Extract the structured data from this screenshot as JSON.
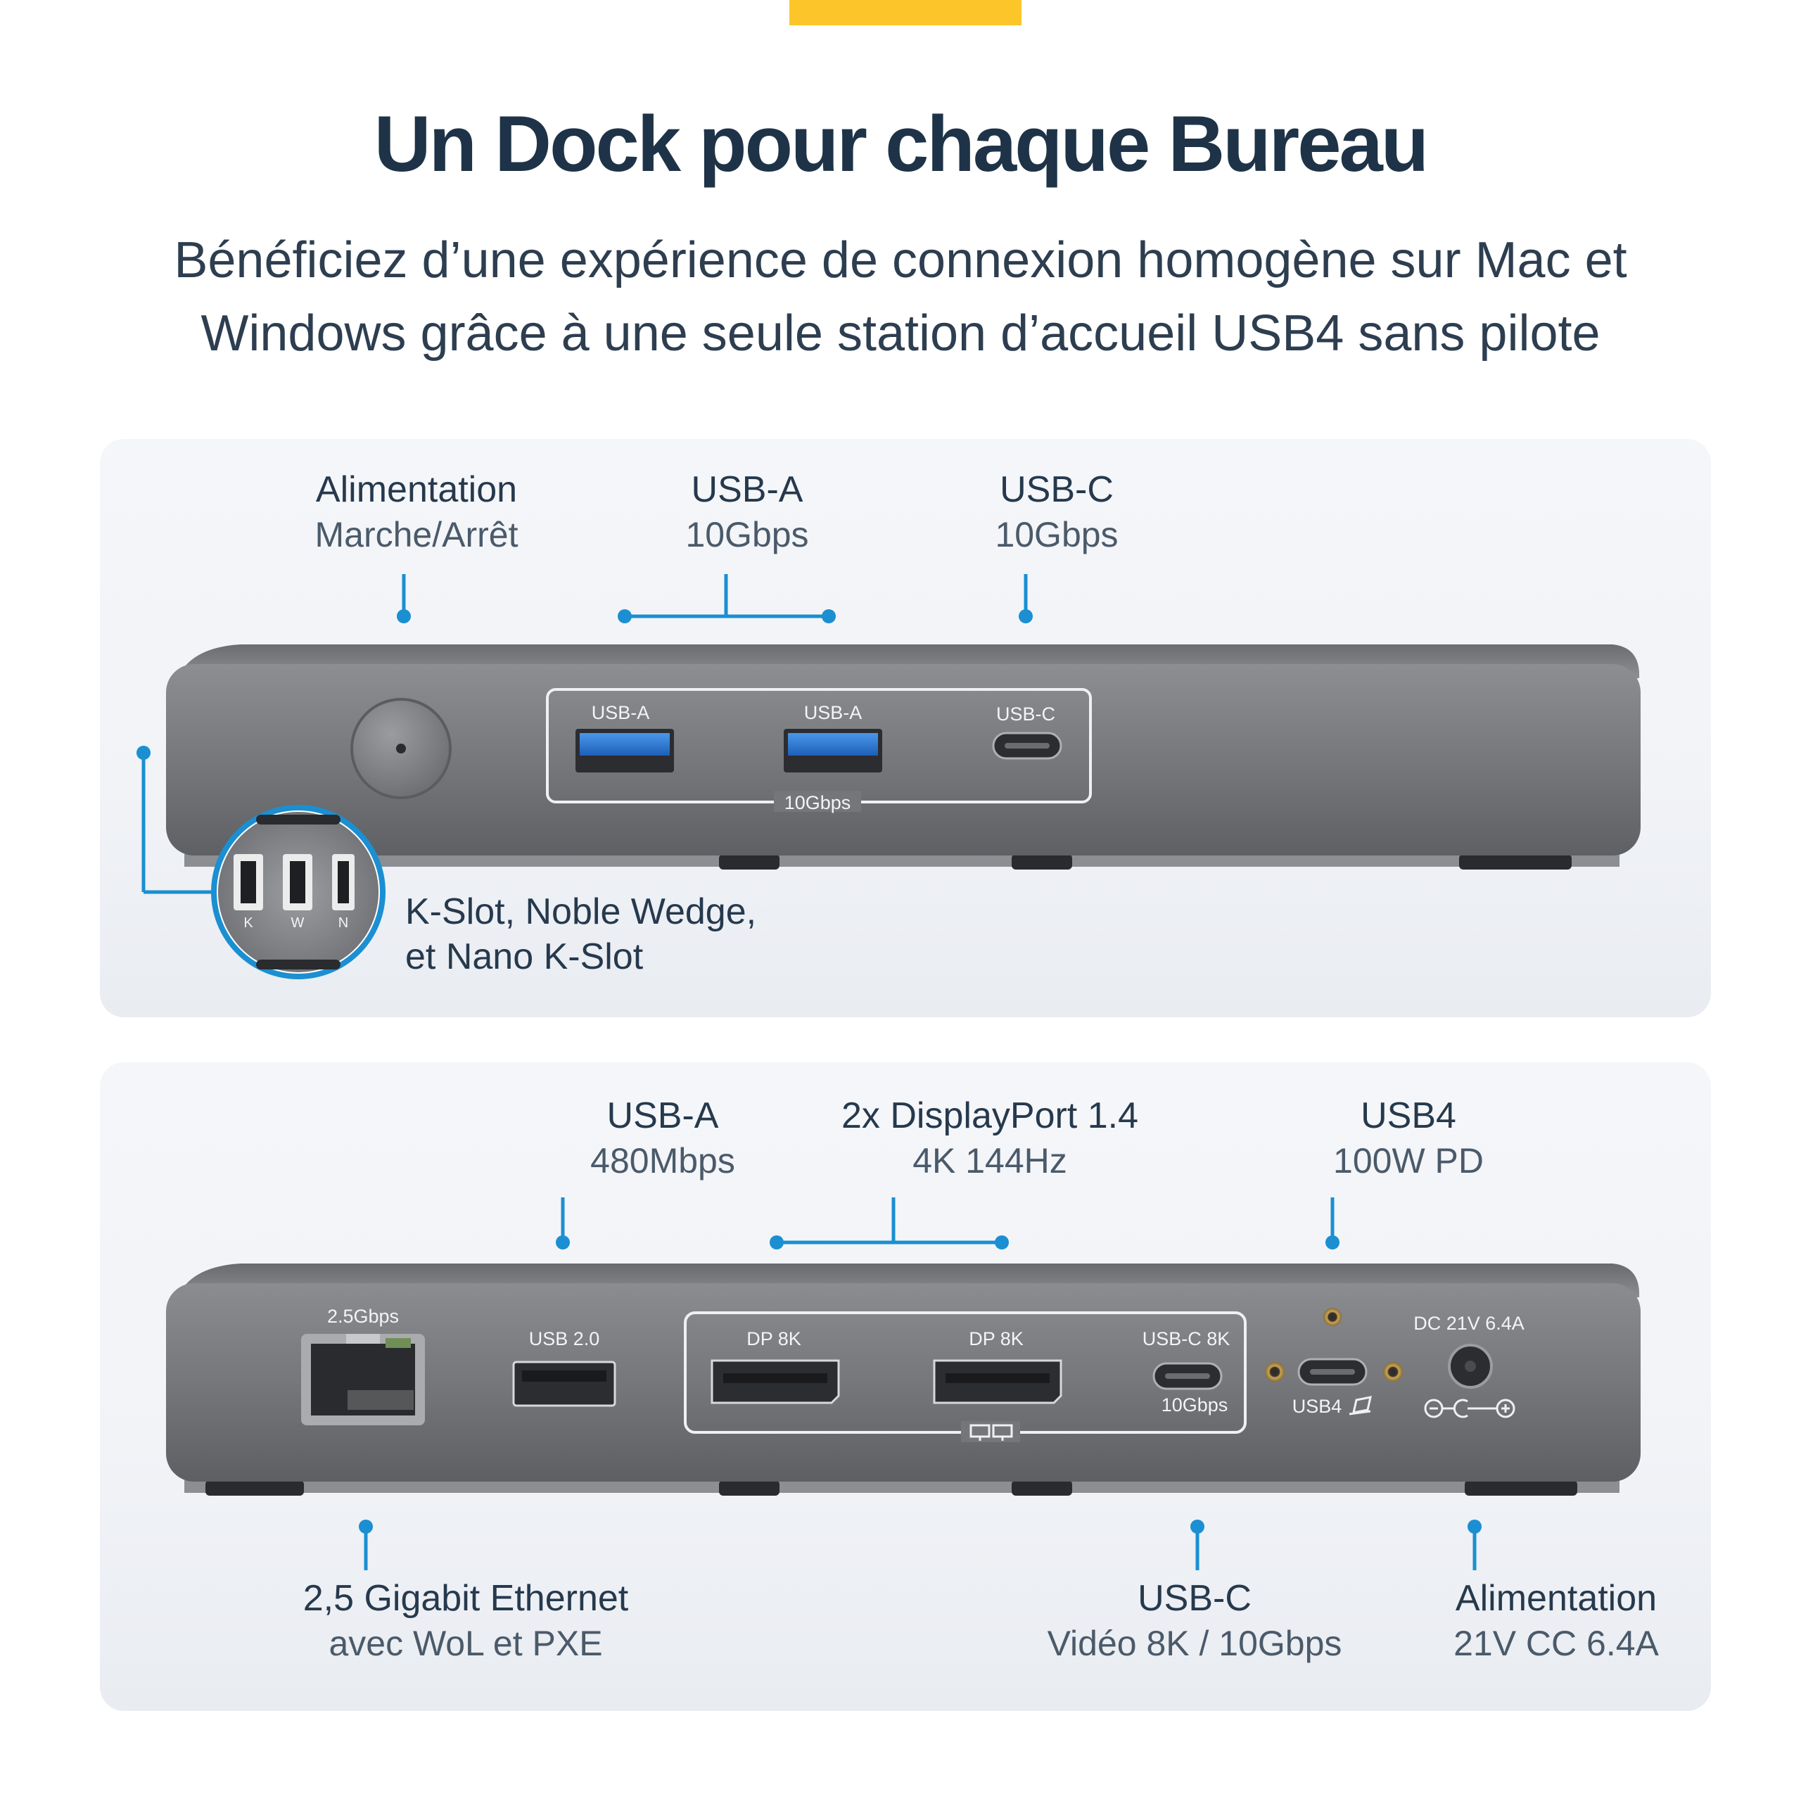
{
  "header": {
    "title": "Un Dock pour chaque Bureau",
    "subtitle_line1": "Bénéficiez d’une expérience de connexion homogène sur Mac et",
    "subtitle_line2": "Windows grâce à une seule station d’accueil USB4 sans pilote"
  },
  "colors": {
    "accent_yellow": "#fcc52a",
    "callout_blue": "#1b8fd1",
    "heading_navy": "#1e3347",
    "usb3_blue": "#2f7fd6"
  },
  "front_panel": {
    "callouts": {
      "power": {
        "title": "Alimentation",
        "sub": "Marche/Arrêt"
      },
      "usb_a": {
        "title": "USB-A",
        "sub": "10Gbps"
      },
      "usb_c": {
        "title": "USB-C",
        "sub": "10Gbps"
      },
      "lock_line1": "K-Slot, Noble Wedge,",
      "lock_line2": "et Nano K-Slot"
    },
    "device_labels": {
      "usb_a_1": "USB-A",
      "usb_a_2": "USB-A",
      "usb_c": "USB-C",
      "speed": "10Gbps",
      "slot_k": "K",
      "slot_w": "W",
      "slot_n": "N"
    }
  },
  "rear_panel": {
    "callouts": {
      "usb_a": {
        "title": "USB-A",
        "sub": "480Mbps"
      },
      "displayport": {
        "title": "2x DisplayPort 1.4",
        "sub": "4K 144Hz"
      },
      "usb4": {
        "title": "USB4",
        "sub": "100W PD"
      },
      "ethernet": {
        "title": "2,5 Gigabit Ethernet",
        "sub": "avec WoL et PXE"
      },
      "usb_c_video": {
        "title": "USB-C",
        "sub": "Vidéo 8K / 10Gbps"
      },
      "power_in": {
        "title": "Alimentation",
        "sub": "21V CC 6.4A"
      }
    },
    "device_labels": {
      "ethernet": "2.5Gbps",
      "usb2": "USB 2.0",
      "dp1": "DP 8K",
      "dp2": "DP 8K",
      "usbc8k": "USB-C 8K",
      "usbc_speed": "10Gbps",
      "usb4": "USB4",
      "dc": "DC 21V 6.4A"
    }
  }
}
